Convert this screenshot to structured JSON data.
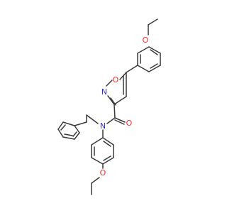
{
  "molecule": {
    "atoms": {
      "ring_oxygen": "O",
      "ring_nitrogen": "N",
      "amide_nitrogen": "N",
      "carbonyl_oxygen": "O",
      "ether_oxygen_top": "O",
      "ether_oxygen_bottom": "O"
    }
  },
  "colors": {
    "bond": "#3a3a3a",
    "oxygen": "#ff2a2a",
    "nitrogen": "#3030e0",
    "background": "#ffffff"
  }
}
